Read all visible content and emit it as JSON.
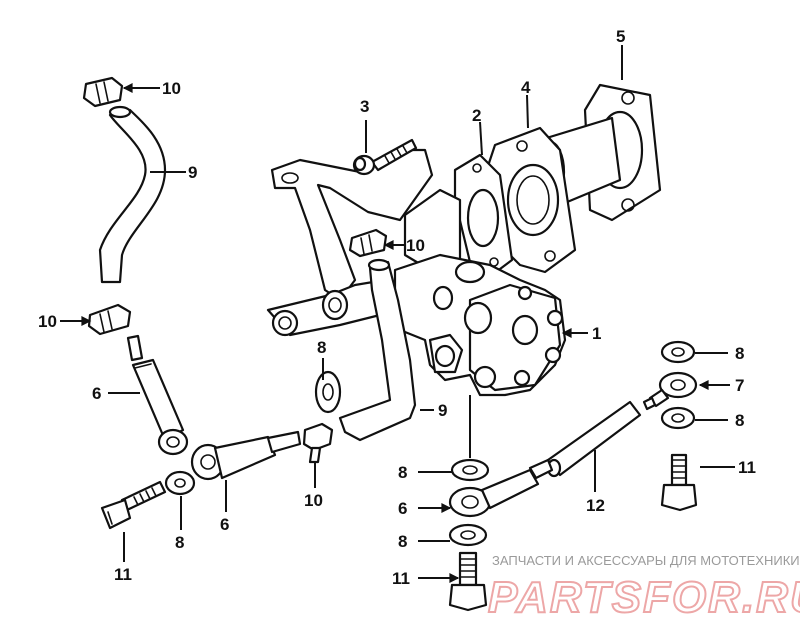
{
  "diagram": {
    "callouts": {
      "c1": "1",
      "c2": "2",
      "c3": "3",
      "c4": "4",
      "c5": "5",
      "c6a": "6",
      "c6b": "6",
      "c6c": "6",
      "c7": "7",
      "c8a": "8",
      "c8b": "8",
      "c8c": "8",
      "c8d": "8",
      "c8e": "8",
      "c8f": "8",
      "c9a": "9",
      "c9b": "9",
      "c10a": "10",
      "c10b": "10",
      "c10c": "10",
      "c10d": "10",
      "c11a": "11",
      "c11b": "11",
      "c11c": "11",
      "c12": "12"
    }
  },
  "watermark": {
    "tagline": "ЗАПЧАСТИ И АКСЕССУАРЫ ДЛЯ МОТОТЕХНИКИ",
    "logo": "PARTSFOR.RU"
  }
}
